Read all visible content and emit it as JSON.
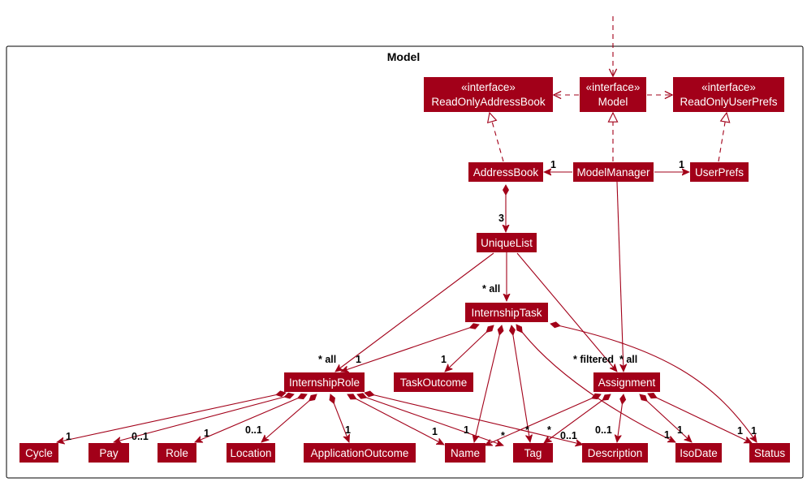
{
  "diagram": {
    "package_title": "Model",
    "colors": {
      "node_fill": "#a20019",
      "node_text": "#ffffff",
      "edge": "#a20019",
      "frame": "#000000",
      "background": "#ffffff"
    },
    "nodes": [
      {
        "id": "read-only-address-book",
        "stereotype": "«interface»",
        "label": "ReadOnlyAddressBook"
      },
      {
        "id": "model",
        "stereotype": "«interface»",
        "label": "Model"
      },
      {
        "id": "read-only-user-prefs",
        "stereotype": "«interface»",
        "label": "ReadOnlyUserPrefs"
      },
      {
        "id": "address-book",
        "label": "AddressBook"
      },
      {
        "id": "model-manager",
        "label": "ModelManager"
      },
      {
        "id": "user-prefs",
        "label": "UserPrefs"
      },
      {
        "id": "unique-list",
        "label": "UniqueList"
      },
      {
        "id": "internship-task",
        "label": "InternshipTask"
      },
      {
        "id": "internship-role",
        "label": "InternshipRole"
      },
      {
        "id": "task-outcome",
        "label": "TaskOutcome"
      },
      {
        "id": "assignment",
        "label": "Assignment"
      },
      {
        "id": "cycle",
        "label": "Cycle"
      },
      {
        "id": "pay",
        "label": "Pay"
      },
      {
        "id": "role",
        "label": "Role"
      },
      {
        "id": "location",
        "label": "Location"
      },
      {
        "id": "application-outcome",
        "label": "ApplicationOutcome"
      },
      {
        "id": "name",
        "label": "Name"
      },
      {
        "id": "tag",
        "label": "Tag"
      },
      {
        "id": "description",
        "label": "Description"
      },
      {
        "id": "iso-date",
        "label": "IsoDate"
      },
      {
        "id": "status",
        "label": "Status"
      }
    ],
    "multiplicities": [
      {
        "id": "mm-ab",
        "text": "1"
      },
      {
        "id": "mm-up",
        "text": "1"
      },
      {
        "id": "ab-ul",
        "text": "3"
      },
      {
        "id": "ul-it",
        "text": "* all"
      },
      {
        "id": "ul-ir",
        "text": "* all"
      },
      {
        "id": "it-ir",
        "text": "1"
      },
      {
        "id": "it-to",
        "text": "1"
      },
      {
        "id": "ul-as",
        "text": "* filtered"
      },
      {
        "id": "mm-as",
        "text": "* all"
      },
      {
        "id": "ir-cycle",
        "text": "1"
      },
      {
        "id": "ir-pay",
        "text": "0..1"
      },
      {
        "id": "ir-role",
        "text": "1"
      },
      {
        "id": "ir-location",
        "text": "0..1"
      },
      {
        "id": "ir-appout",
        "text": "1"
      },
      {
        "id": "ir-name",
        "text": "1"
      },
      {
        "id": "it-name",
        "text": "1"
      },
      {
        "id": "ir-tag",
        "text": "*"
      },
      {
        "id": "it-tag",
        "text": "*"
      },
      {
        "id": "as-tag",
        "text": "*"
      },
      {
        "id": "ir-desc",
        "text": "0..1"
      },
      {
        "id": "as-desc",
        "text": "0..1"
      },
      {
        "id": "it-iso",
        "text": "1"
      },
      {
        "id": "as-iso",
        "text": "1"
      },
      {
        "id": "it-status",
        "text": "1"
      },
      {
        "id": "as-status",
        "text": "1"
      }
    ]
  }
}
